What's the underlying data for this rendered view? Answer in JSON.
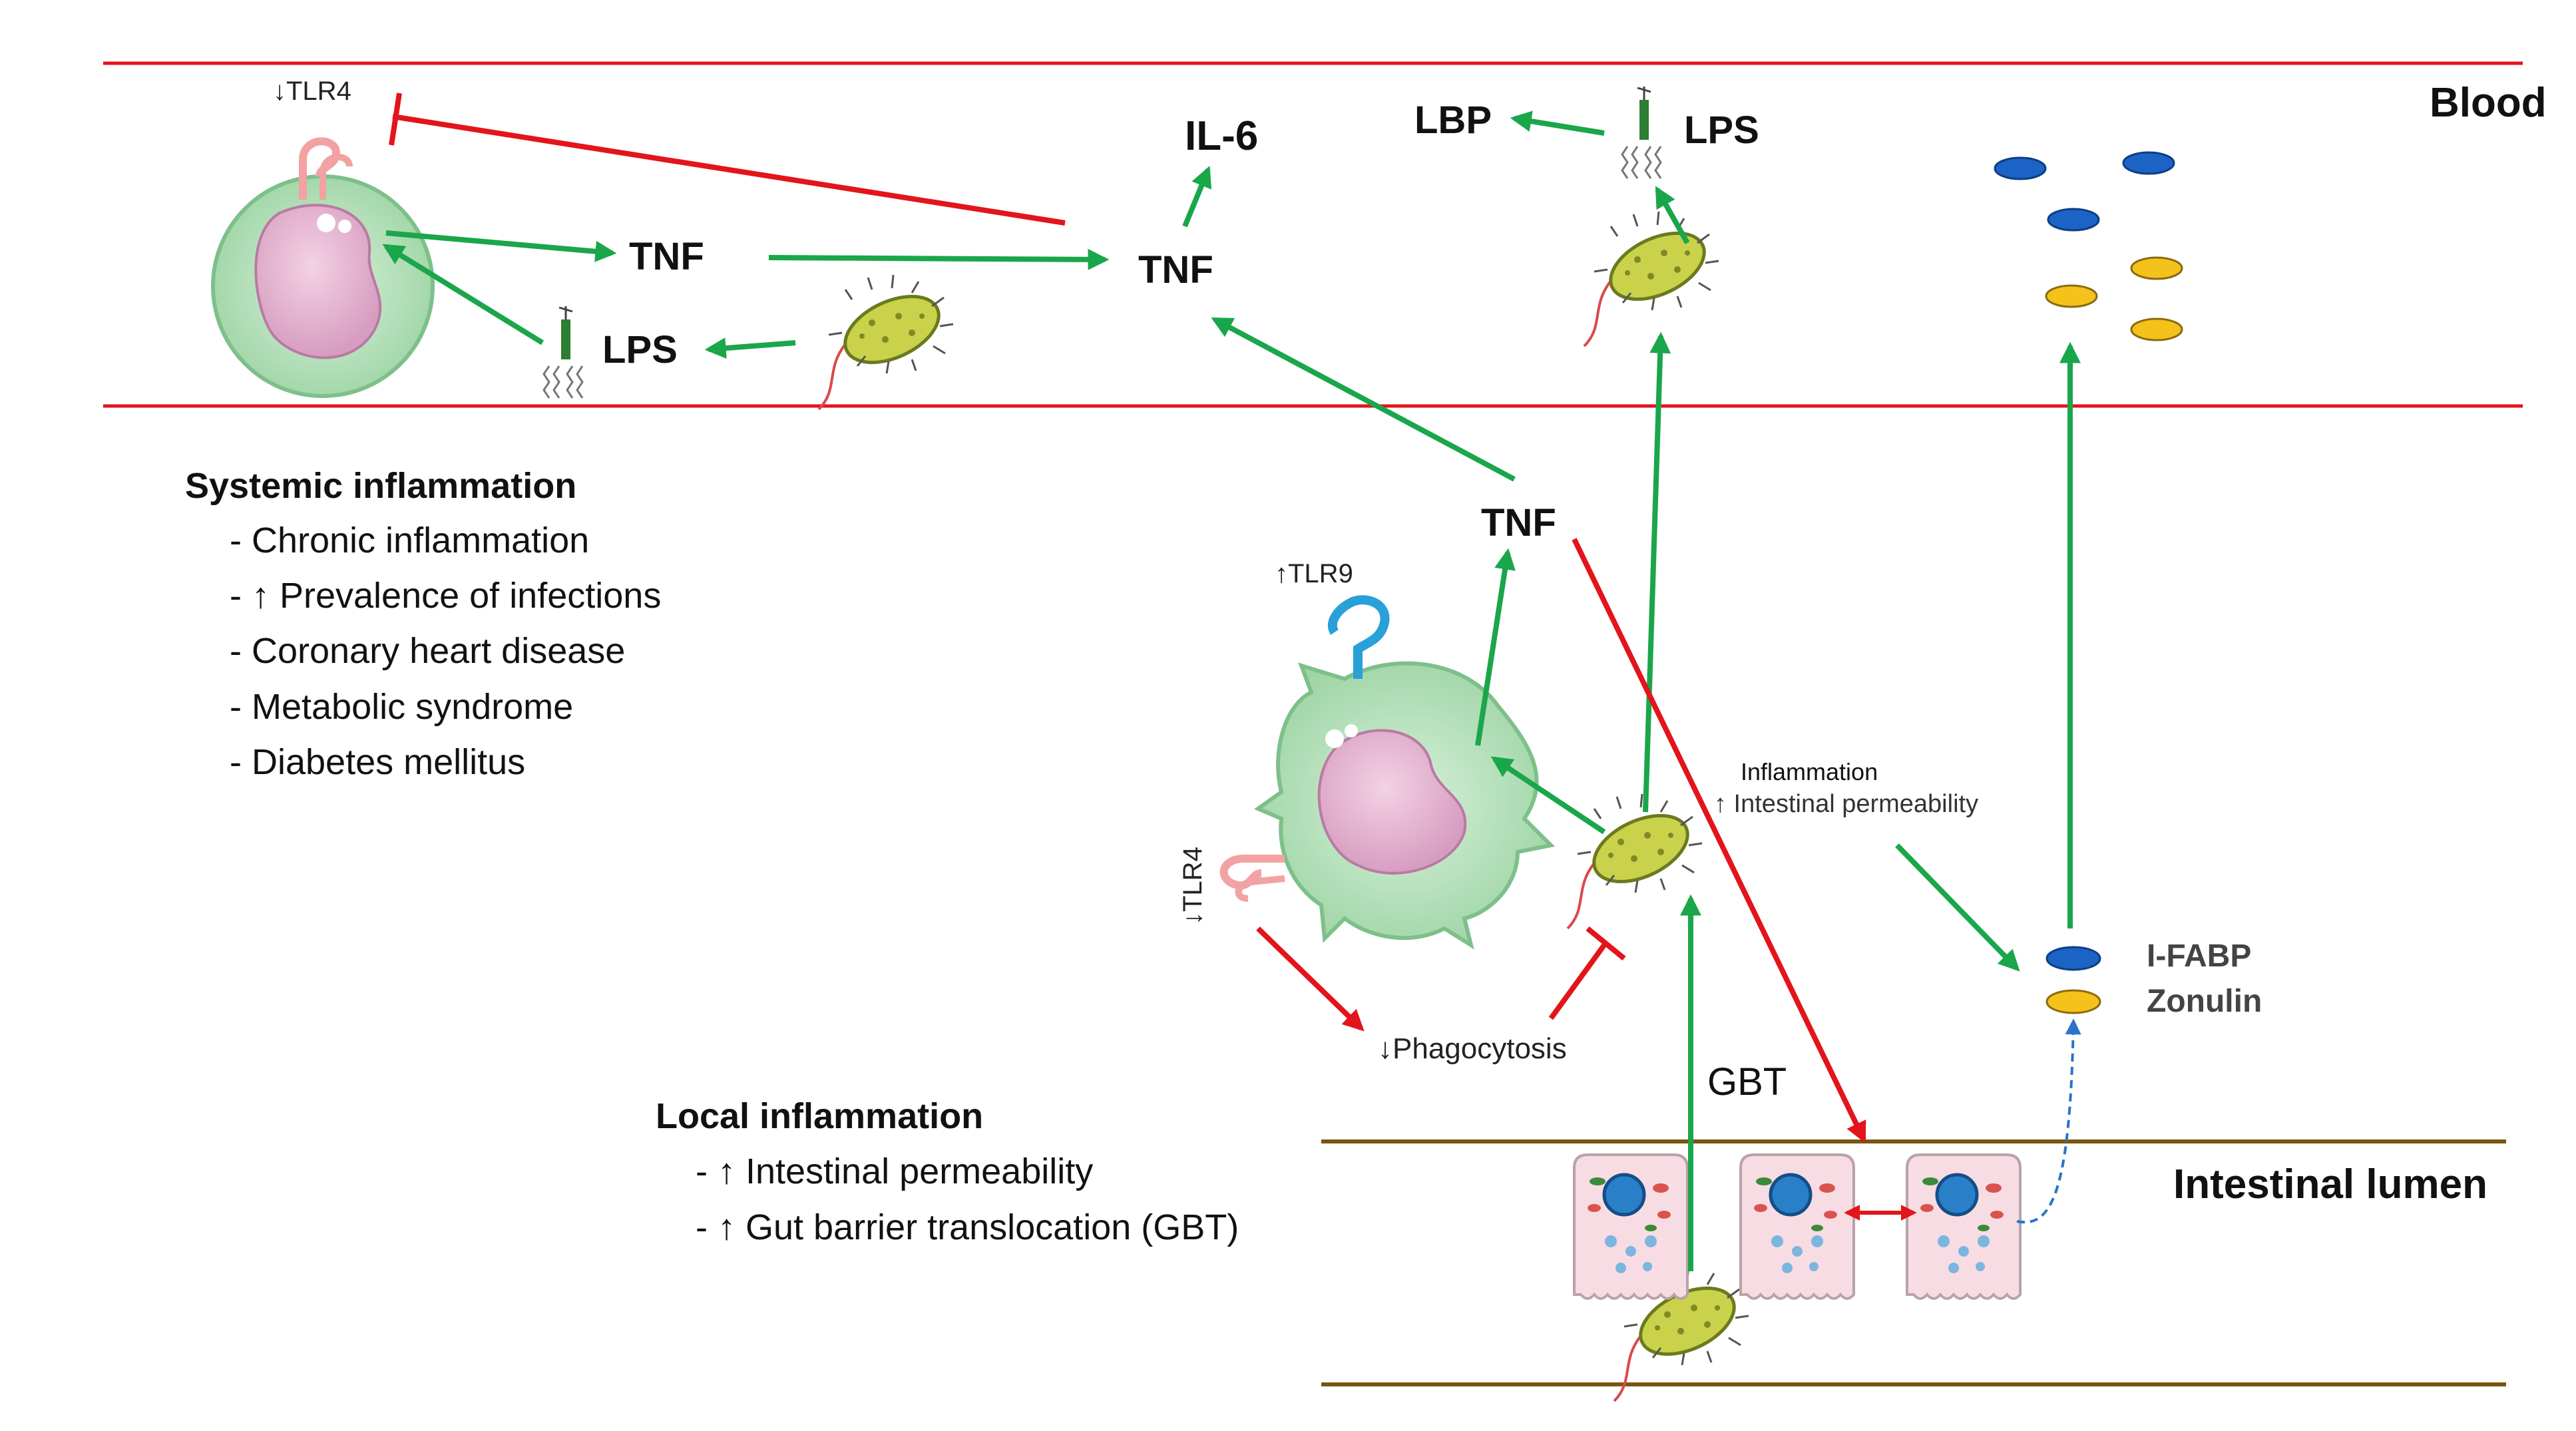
{
  "regions": {
    "blood": "Blood",
    "lumen": "Intestinal lumen"
  },
  "labels": {
    "tlr4_top": "↓TLR4",
    "tnf_left": "TNF",
    "lps_left": "LPS",
    "il6": "IL-6",
    "tnf_center": "TNF",
    "lbp": "LBP",
    "lps_top": "LPS",
    "tnf_mid": "TNF",
    "tlr9": "↑TLR9",
    "tlr4_mac": "↓TLR4",
    "phago": "↓Phagocytosis",
    "inflammation": "Inflammation",
    "int_perm": "↑ Intestinal permeability",
    "gbt": "GBT",
    "ifabp": "I-FABP",
    "zonulin": "Zonulin"
  },
  "systemic": {
    "heading": "Systemic inflammation",
    "items": [
      "- Chronic inflammation",
      "- ↑ Prevalence of infections",
      "- Coronary heart disease",
      "- Metabolic syndrome",
      "- Diabetes mellitus"
    ]
  },
  "local": {
    "heading": "Local inflammation",
    "items": [
      "- ↑ Intestinal  permeability",
      "- ↑ Gut barrier translocation (GBT)"
    ]
  },
  "colors": {
    "blood_line": "#e3141b",
    "lumen_line": "#7a5510",
    "activate": "#1aa64a",
    "inhibit": "#e3141b",
    "cell_fill": "#b9e3bf",
    "nucleus": "#e3b4d0",
    "tlr4": "#f2a2a2",
    "tlr9": "#2aa0d8",
    "ifabp": "#1b63c4",
    "zonulin": "#f4c21a",
    "bacteria": "#c9d24a",
    "text": "#111111"
  }
}
